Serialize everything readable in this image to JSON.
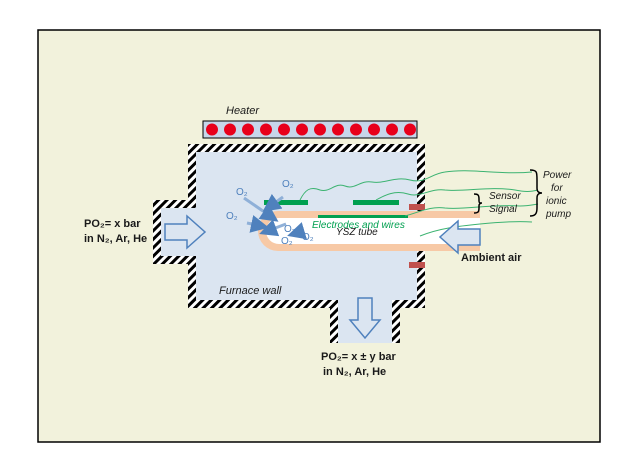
{
  "colors": {
    "panel": "#f2f2dc",
    "frame": "#000000",
    "chamber": "#dbe5f1",
    "heater_bar": "#c7d6ea",
    "heater_dot": "#e8001b",
    "tube": "#f7c9a6",
    "electrode": "#00a050",
    "wire": "#3cb371",
    "seal": "#c0504d",
    "arrow_fill": "#dbe5f1",
    "arrow_stroke": "#4f81bd",
    "oxygen": "#4f81bd",
    "label_green": "#00a050"
  },
  "labels": {
    "heater": "Heater",
    "furnace_wall": "Furnace wall",
    "ysz_tube": "YSZ tube",
    "electrodes": "Electrodes and wires",
    "ambient_air": "Ambient air",
    "inlet_line1": "PO₂= x bar",
    "inlet_line2": "in N₂, Ar, He",
    "outlet_line1": "PO₂= x ± y bar",
    "outlet_line2": "in N₂, Ar, He",
    "sensor_line1": "Sensor",
    "sensor_line2": "Signal",
    "power_line1": "Power",
    "power_line2": "for",
    "power_line3": "ionic",
    "power_line4": "pump",
    "o2": "O₂"
  },
  "icons": [
    "heater-icon",
    "inlet-arrow-icon",
    "outlet-arrow-icon",
    "ambient-air-arrow-icon",
    "brace-icon"
  ]
}
